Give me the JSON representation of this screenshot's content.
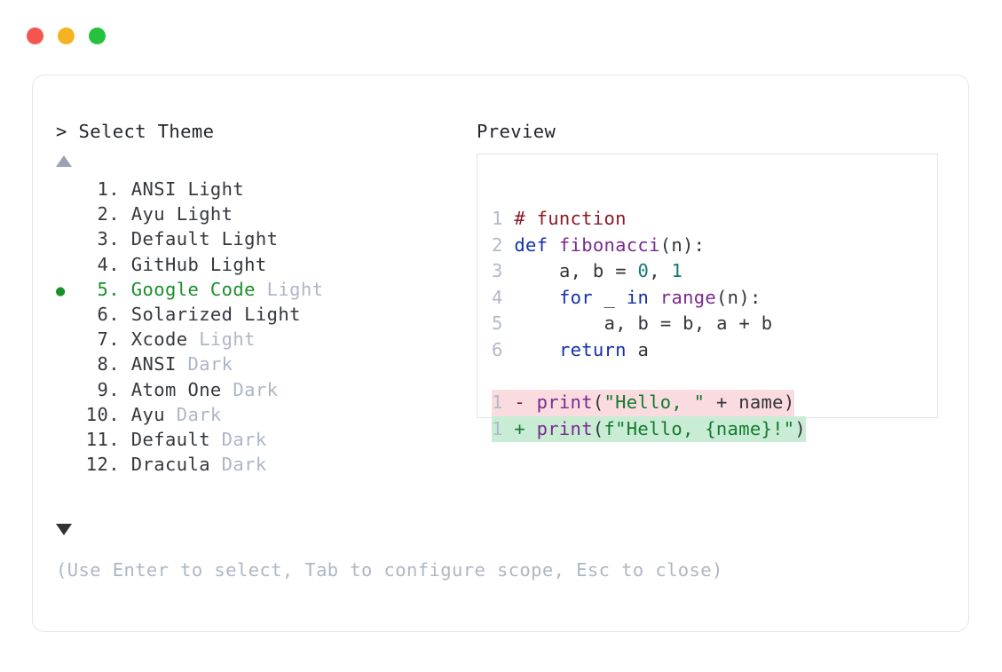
{
  "window": {
    "traffic_lights": [
      {
        "name": "close",
        "color": "#f4564e"
      },
      {
        "name": "minimize",
        "color": "#f5b324"
      },
      {
        "name": "maximize",
        "color": "#26c23e"
      }
    ]
  },
  "panel": {
    "select_header": "> Select Theme",
    "preview_header": "Preview",
    "scroll_up_icon": "triangle-up",
    "scroll_down_icon": "triangle-down",
    "selected_index": 5,
    "selected_bullet": "●"
  },
  "themes": [
    {
      "num": "1.",
      "name": "ANSI Light",
      "variant": "",
      "variant_muted": false,
      "selected": false
    },
    {
      "num": "2.",
      "name": "Ayu Light",
      "variant": "",
      "variant_muted": false,
      "selected": false
    },
    {
      "num": "3.",
      "name": "Default Light",
      "variant": "",
      "variant_muted": false,
      "selected": false
    },
    {
      "num": "4.",
      "name": "GitHub Light",
      "variant": "",
      "variant_muted": false,
      "selected": false
    },
    {
      "num": "5.",
      "name": "Google Code",
      "variant": " Light",
      "variant_muted": true,
      "selected": true
    },
    {
      "num": "6.",
      "name": "Solarized Light",
      "variant": "",
      "variant_muted": false,
      "selected": false
    },
    {
      "num": "7.",
      "name": "Xcode",
      "variant": " Light",
      "variant_muted": true,
      "selected": false
    },
    {
      "num": "8.",
      "name": "ANSI",
      "variant": " Dark",
      "variant_muted": true,
      "selected": false
    },
    {
      "num": "9.",
      "name": "Atom One",
      "variant": " Dark",
      "variant_muted": true,
      "selected": false
    },
    {
      "num": "10.",
      "name": "Ayu",
      "variant": " Dark",
      "variant_muted": true,
      "selected": false
    },
    {
      "num": "11.",
      "name": "Default",
      "variant": " Dark",
      "variant_muted": true,
      "selected": false
    },
    {
      "num": "12.",
      "name": "Dracula",
      "variant": " Dark",
      "variant_muted": true,
      "selected": false
    }
  ],
  "code_preview": {
    "language": "python",
    "lines": [
      {
        "gutter": "1",
        "text": "# function"
      },
      {
        "gutter": "2",
        "text": "def fibonacci(n):"
      },
      {
        "gutter": "3",
        "text": "    a, b = 0, 1"
      },
      {
        "gutter": "4",
        "text": "    for _ in range(n):"
      },
      {
        "gutter": "5",
        "text": "        a, b = b, a + b"
      },
      {
        "gutter": "6",
        "text": "    return a"
      }
    ],
    "diff": [
      {
        "gutter": "1",
        "marker": "-",
        "text": "print(\"Hello, \" + name)",
        "kind": "deletion"
      },
      {
        "gutter": "1",
        "marker": "+",
        "text": "print(f\"Hello, {name}!\")",
        "kind": "addition"
      }
    ],
    "colors": {
      "comment": "#8b1a26",
      "keyword": "#1430a8",
      "function": "#7b2a8e",
      "number": "#0f7a74",
      "string": "#137a2e",
      "plain": "#32353b",
      "gutter": "#b2bac8",
      "diff_del_bg": "#fadce0",
      "diff_add_bg": "#c9ecd4"
    }
  },
  "footer": {
    "hint": "(Use Enter to select, Tab to configure scope, Esc to close)"
  }
}
